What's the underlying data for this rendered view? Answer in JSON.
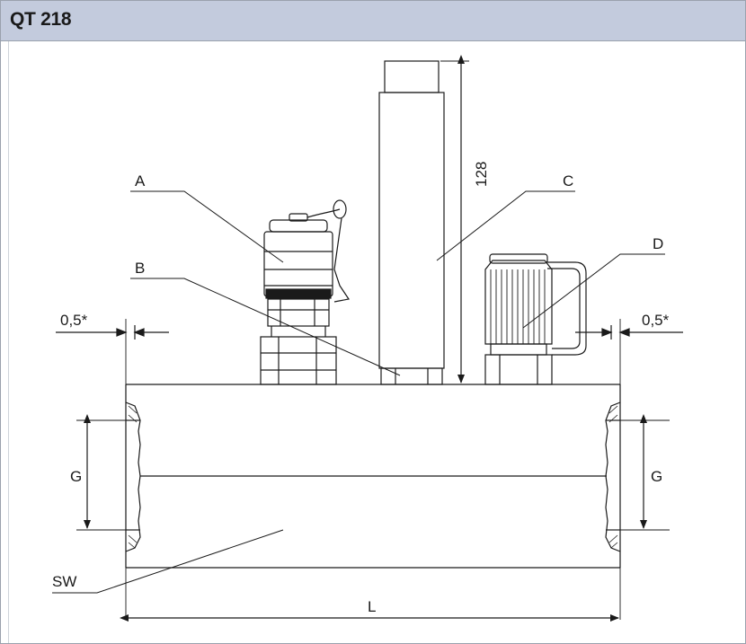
{
  "header": {
    "title": "QT 218"
  },
  "labels": {
    "A": "A",
    "B": "B",
    "C": "C",
    "D": "D",
    "dim_height": "128",
    "dim_left_gap": "0,5*",
    "dim_right_gap": "0,5*",
    "G_left": "G",
    "G_right": "G",
    "SW": "SW",
    "L": "L"
  },
  "colors": {
    "header_bg": "#c3cbdd",
    "line": "#1a1a1a"
  }
}
